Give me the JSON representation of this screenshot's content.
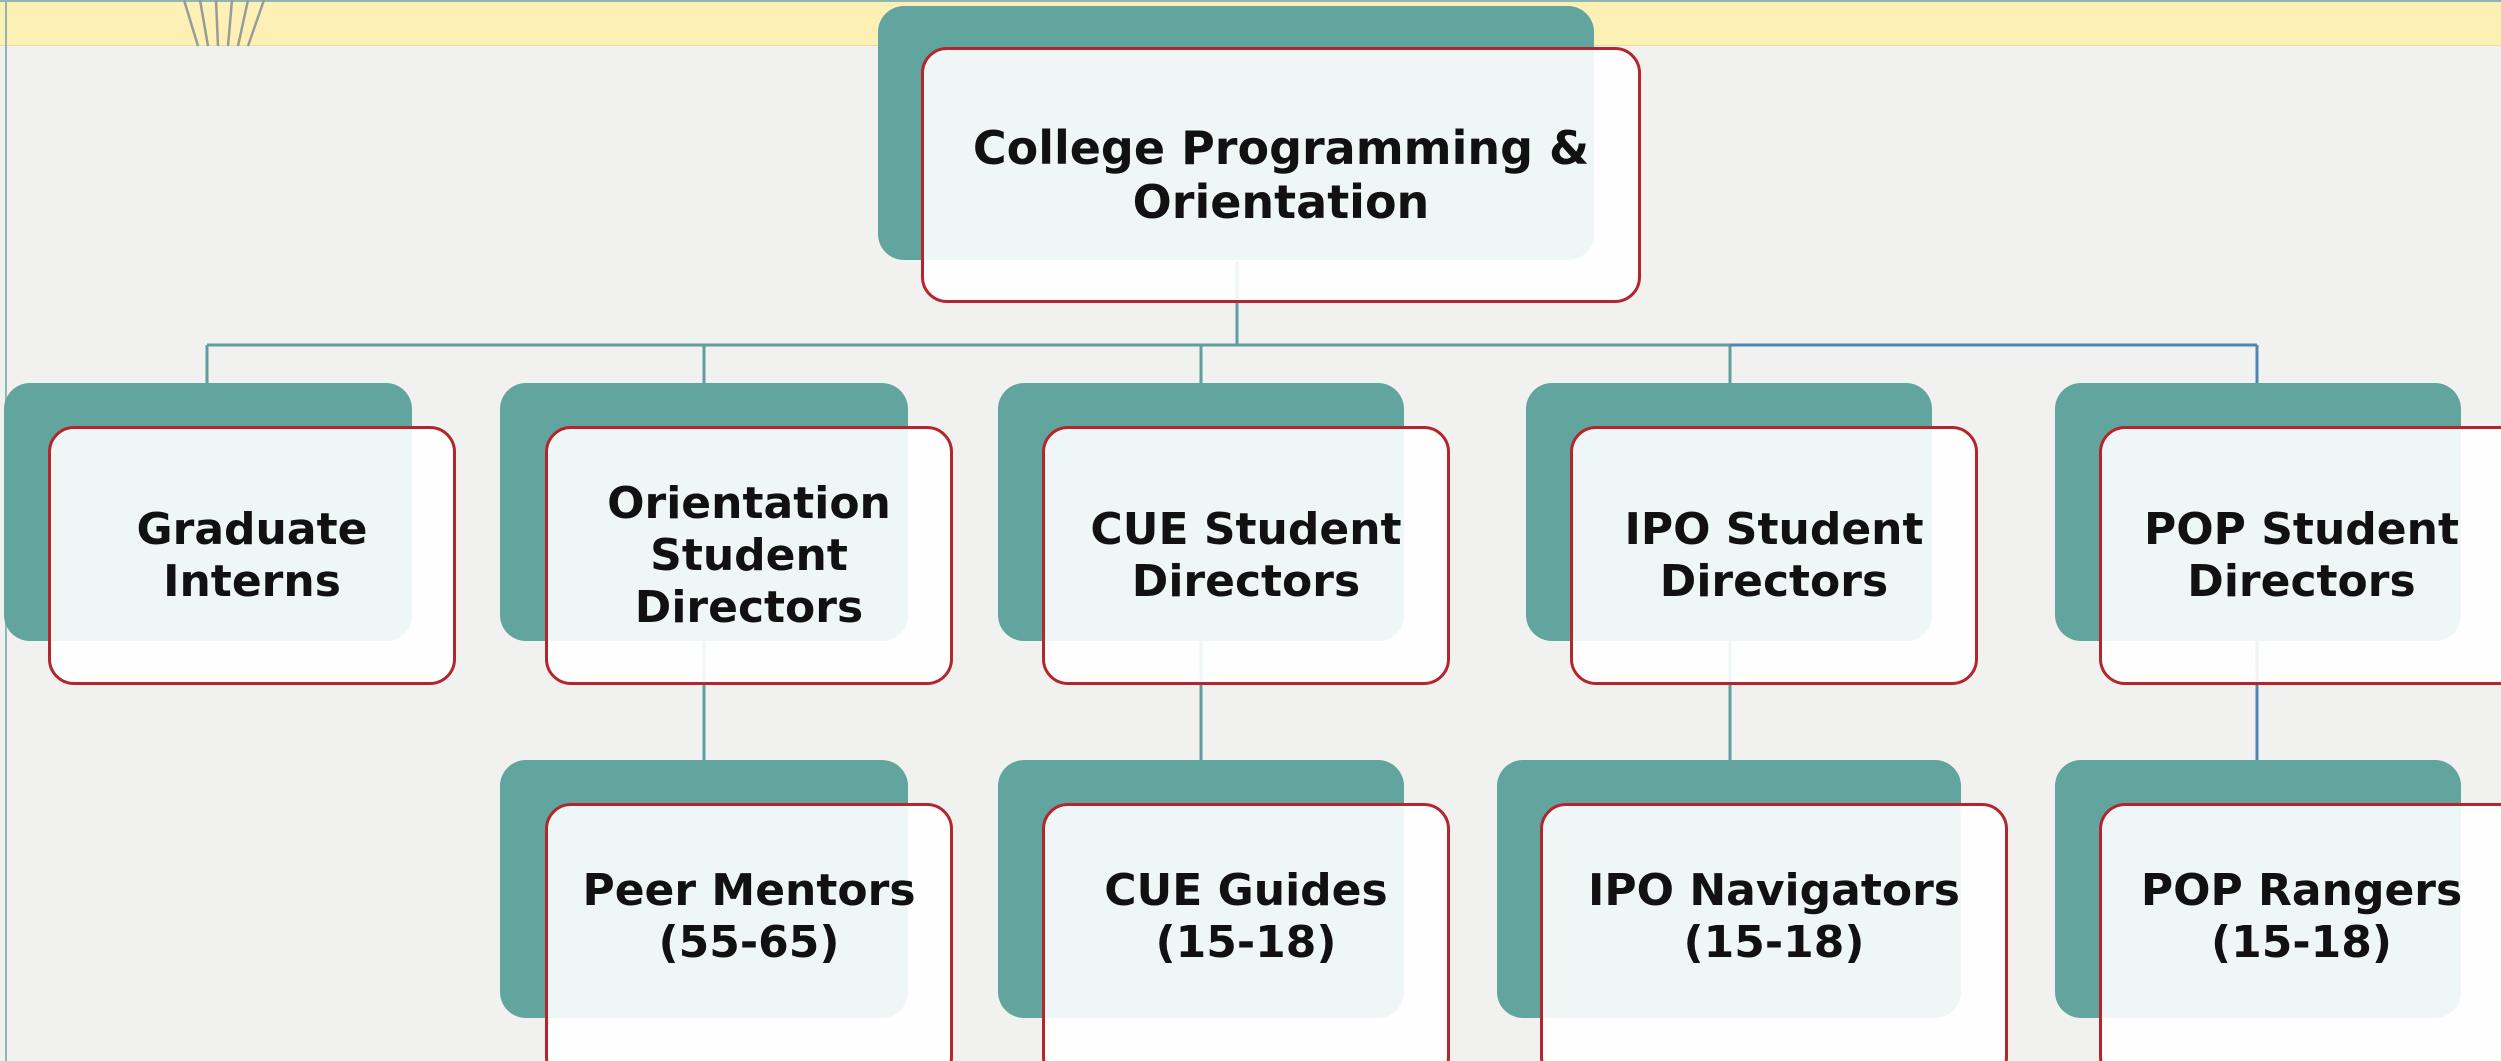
{
  "diagram": {
    "root": {
      "label": "College Programming &\nOrientation"
    },
    "level1": [
      {
        "id": "graduate",
        "label": "Graduate\nInterns"
      },
      {
        "id": "orientation",
        "label": "Orientation\nStudent\nDirectors"
      },
      {
        "id": "cue",
        "label": "CUE Student\nDirectors"
      },
      {
        "id": "ipo",
        "label": "IPO Student\nDirectors"
      },
      {
        "id": "pop",
        "label": "POP Student\nDirectors"
      }
    ],
    "level2": [
      {
        "id": "peer-mentors",
        "parent": "orientation",
        "label": "Peer Mentors\n(55-65)"
      },
      {
        "id": "cue-guides",
        "parent": "cue",
        "label": "CUE Guides\n(15-18)"
      },
      {
        "id": "ipo-navigators",
        "parent": "ipo",
        "label": "IPO Navigators\n(15-18)"
      },
      {
        "id": "pop-rangers",
        "parent": "pop",
        "label": "POP Rangers\n(15-18)"
      }
    ]
  },
  "colors": {
    "background": "#f1f1ef",
    "band": "#fdf0b4",
    "shadow_box": "#62a59e",
    "box_border": "#b3262d",
    "connector": "#5f9fa0"
  }
}
